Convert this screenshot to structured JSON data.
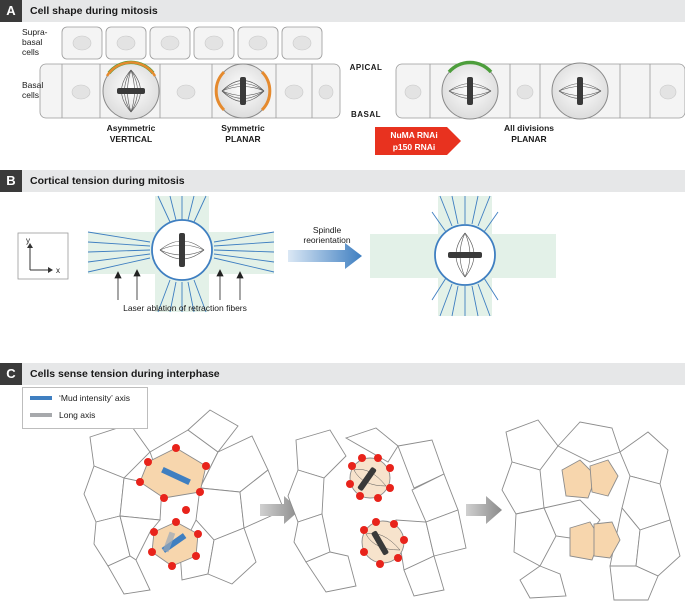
{
  "panel_a": {
    "letter": "A",
    "title": "Cell shape during mitosis",
    "suprabasal_label": "Supra-\nbasal\ncells",
    "basal_label": "Basal\ncells",
    "asymmetric_label": "Asymmetric",
    "vertical_label": "VERTICAL",
    "symmetric_label": "Symmetric",
    "planar_label": "PLANAR",
    "apical_label": "APICAL",
    "basal_side_label": "BASAL",
    "rnai_label_1": "NuMA RNAi",
    "rnai_label_2": "p150 RNAi",
    "all_divisions_label": "All divisions",
    "all_planar_label": "PLANAR"
  },
  "panel_b": {
    "letter": "B",
    "title": "Cortical tension during mitosis",
    "axis_y": "y",
    "axis_x": "x",
    "spindle_label": "Spindle\nreorientation",
    "ablation_label": "Laser ablation of retraction fibers"
  },
  "panel_c": {
    "letter": "C",
    "title": "Cells sense tension during interphase",
    "legend_mud": "‘Mud intensity’ axis",
    "legend_long": "Long axis"
  },
  "colors": {
    "header_bg": "#e6e7e8",
    "letter_bg": "#3a3a3a",
    "spindle_blue": "#4a86c5",
    "orange": "#e58a2e",
    "green": "#4d9e3c",
    "red_arrow": "#e8321f",
    "red_dot": "#e8231b",
    "light_green_bg": "#e3f1e8",
    "orange_fill": "#f7d6ad"
  }
}
